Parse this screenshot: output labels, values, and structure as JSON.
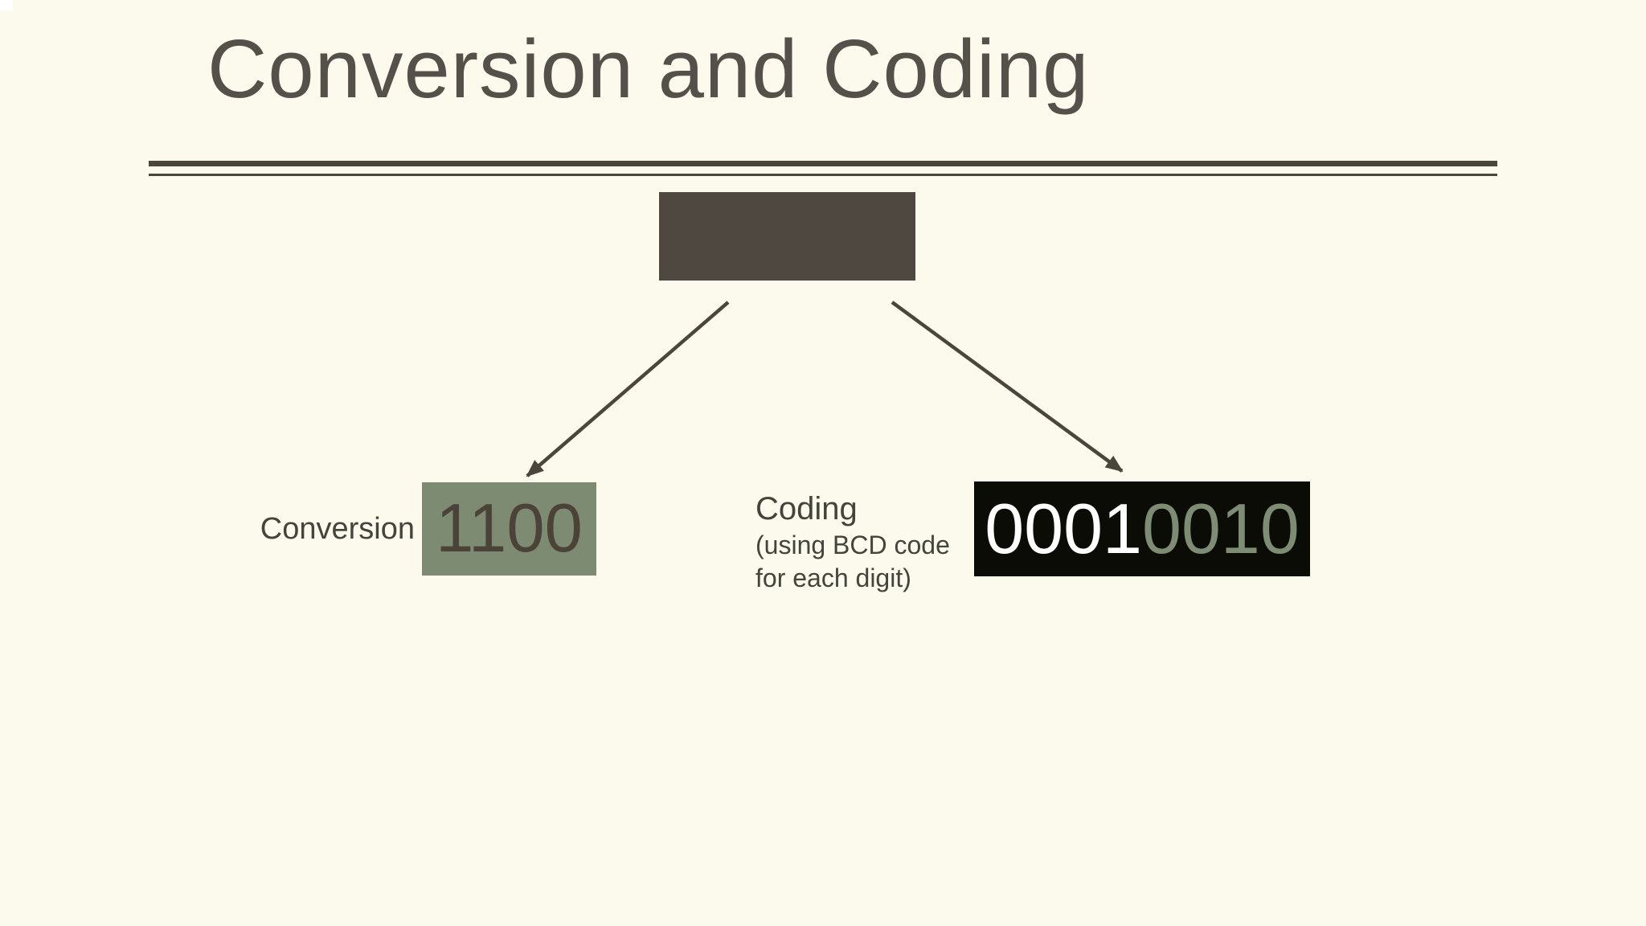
{
  "slide": {
    "title": "Conversion and Coding",
    "diagram": {
      "source_box": {
        "description": "empty dark rectangle (decimal number placeholder)"
      },
      "conversion_branch": {
        "label": "Conversion",
        "result_value": "1100"
      },
      "coding_branch": {
        "label": "Coding",
        "note_line1": "(using BCD code",
        "note_line2": "for each digit)",
        "result_value_part1": "0001",
        "result_value_part2": "0010"
      }
    },
    "colors": {
      "background": "#fbfaec",
      "ink": "#4a463c",
      "title_text": "#55504a",
      "source_box_fill": "#4e4840",
      "conversion_box_fill": "#7e8b73",
      "conversion_digits": "#4b4337",
      "coding_box_fill": "#0c0c07",
      "coding_digits_white": "#ffffff",
      "coding_digits_green": "#7f8c74",
      "label_text": "#45443c"
    }
  }
}
